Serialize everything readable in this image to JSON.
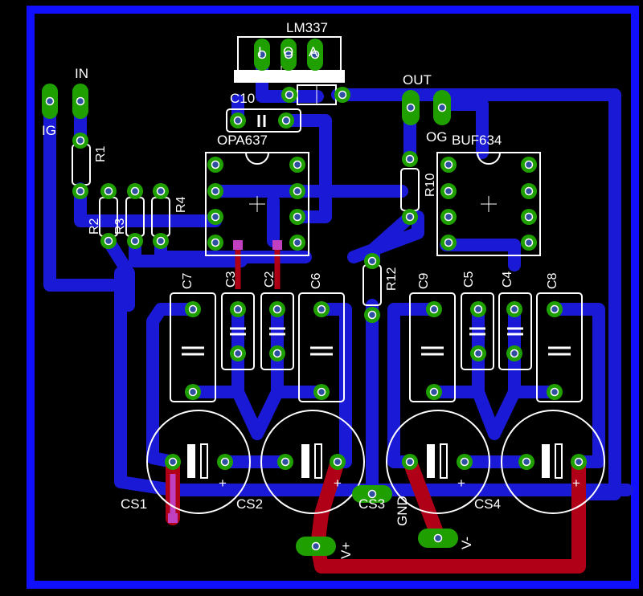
{
  "board": {
    "regulator": "LM337",
    "regulator_pins": [
      "I",
      "O",
      "A"
    ],
    "capacitor_c10": "C10",
    "opamp": "OPA637",
    "buffer": "BUF634",
    "in_label": "IN",
    "ig_label": "IG",
    "out_label": "OUT",
    "og_label": "OG",
    "resistors": [
      "R1",
      "R2",
      "R3",
      "R4",
      "R10",
      "R12"
    ],
    "caps_left": [
      "C7",
      "C3",
      "C2",
      "C6"
    ],
    "caps_right": [
      "C9",
      "C5",
      "C4",
      "C8"
    ],
    "bulk_caps": [
      "CS1",
      "CS2",
      "CS3",
      "CS4"
    ],
    "gnd_label": "GND",
    "vplus_label": "V+",
    "vminus_label": "V-",
    "plus_sign": "+"
  },
  "colors": {
    "background": "#000000",
    "top_copper": "#1a1ad6",
    "bottom_copper": "#b00018",
    "via_pad": "#1fa000",
    "hole": "#2f4fa0",
    "silkscreen": "#ffffff",
    "magenta": "#c040c0",
    "border": "#1010ff"
  }
}
